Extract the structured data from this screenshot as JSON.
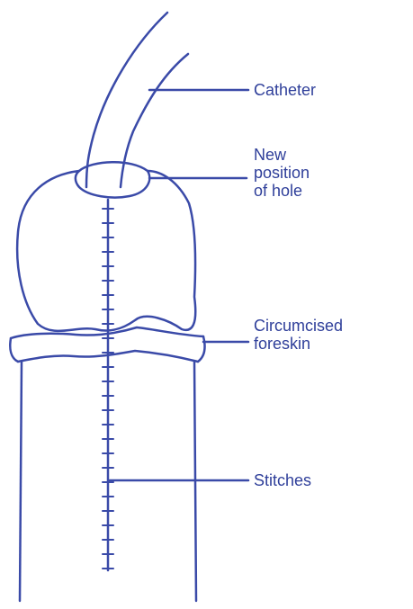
{
  "labels": {
    "catheter": "Catheter",
    "hole": "New\nposition\nof hole",
    "circumcised_foreskin": "Circumcised\nforeskin",
    "stitches": "Stitches"
  },
  "colors": {
    "line": "#3a4aa8",
    "text": "#2f3f9a",
    "background": "#ffffff"
  }
}
